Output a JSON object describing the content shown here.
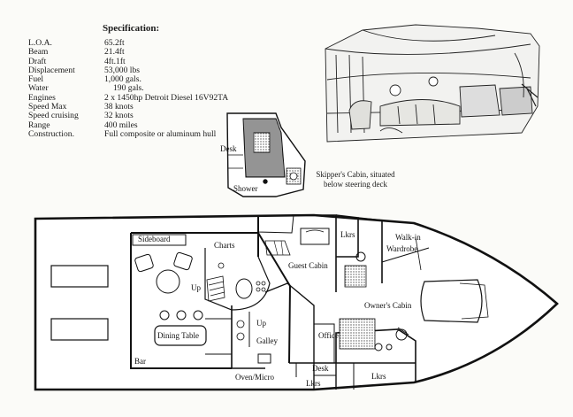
{
  "spec": {
    "title": "Specification:",
    "rows": [
      {
        "label": "L.O.A.",
        "value": "65.2ft"
      },
      {
        "label": "Beam",
        "value": "21.4ft"
      },
      {
        "label": "Draft",
        "value": "4ft.1ft"
      },
      {
        "label": "Displacement",
        "value": "53,000 lbs"
      },
      {
        "label": "Fuel",
        "value": "1,000 gals."
      },
      {
        "label": "Water",
        "value": "190 gals."
      },
      {
        "label": "Engines",
        "value": "2 x 1450hp Detroit Diesel 16V92TA"
      },
      {
        "label": "Speed Max",
        "value": "38 knots"
      },
      {
        "label": "Speed cruising",
        "value": "32 knots"
      },
      {
        "label": "Range",
        "value": "400 miles"
      },
      {
        "label": "Construction.",
        "value": "Full composite or aluminum hull"
      }
    ]
  },
  "cabin_inset": {
    "desk": "Desk",
    "shower": "Shower",
    "caption_line1": "Skipper's Cabin, situated",
    "caption_line2": "below steering deck"
  },
  "floorplan": {
    "labels": {
      "sideboard": "Sideboard",
      "charts": "Charts",
      "up1": "Up",
      "up2": "Up",
      "guest_cabin": "Guest Cabin",
      "lkrs_top": "Lkrs",
      "walk_in1": "Walk-in",
      "walk_in2": "Wardrobe",
      "owners_cabin": "Owner's Cabin",
      "dining_table": "Dining Table",
      "galley": "Galley",
      "office": "Office",
      "desk": "Desk",
      "bar": "Bar",
      "oven": "Oven/Micro",
      "lkrs_bottom1": "Lkrs",
      "lkrs_bottom2": "Lkrs"
    }
  }
}
